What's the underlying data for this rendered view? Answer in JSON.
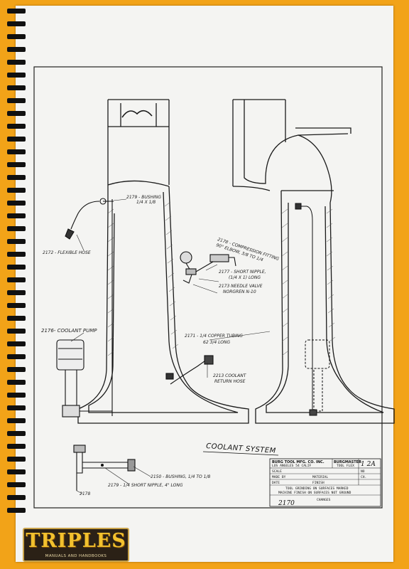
{
  "labels": {
    "bushing_top": "2179 - BUSHING",
    "bushing_top_size": "1/4 X 1/8",
    "flexible_hose": "2172 - FLEXIBLE HOSE",
    "coolant_pump": "2176- COOLANT PUMP",
    "compression_fitting": "2178 - COMPRESSION FITTING",
    "compression_fitting_2": "90° ELBOW, 3/8 TO 1/4",
    "short_nipple_mid": "2177 - SHORT NIPPLE,",
    "short_nipple_mid_2": "(1/4 X 1) LONG",
    "needle_valve": "2173 NEEDLE VALVE",
    "needle_valve_2": "NORGREN N-10",
    "copper_tubing": "2171 - 1/4 COPPER TUBING",
    "copper_tubing_2": "62 3/4 LONG",
    "coolant_return": "2213 COOLANT",
    "coolant_return_2": "RETURN HOSE",
    "coolant_system": "COOLANT SYSTEM",
    "bushing_bottom": "2150 - BUSHING, 1/4 TO 1/8",
    "short_nipple_bottom": "2179 - 1/4 SHORT NIPPLE, 4\" LONG",
    "part_2178": "2178"
  },
  "title_block": {
    "company": "BURG TOOL MFG. CO. INC.",
    "city": "LOS ANGELES 54 CALIF",
    "product": "BURGMASTER",
    "product_2": "TOOL FLEX",
    "size": "1 2A",
    "row_scale": "SCALE",
    "row_made": "MADE BY",
    "row_date": "DATE",
    "row_no": "NO",
    "row_material": "MATERIAL",
    "row_finish": "FINISH",
    "row_ch": "CH.",
    "row_note1": "TOOL GRINDING ON SURFACES MARKED",
    "row_note2": "MACHINE FINISH ON SURFACES NOT GROUND",
    "row_changes": "CHANGES",
    "drawing_no": "2170"
  },
  "logo": {
    "name": "TRIPLES",
    "tagline": "MANUALS AND HANDBOOKS"
  }
}
